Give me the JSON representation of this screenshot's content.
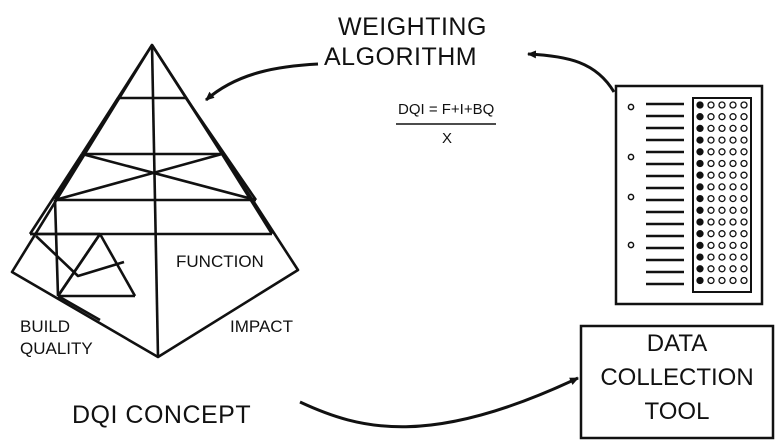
{
  "title_line1": "WEIGHTING",
  "title_line2": "ALGORITHM",
  "formula": {
    "numerator": "DQI = F+I+BQ",
    "denominator": "X"
  },
  "pyramid": {
    "function_label": "FUNCTION",
    "build_label_line1": "BUILD",
    "build_label_line2": "QUALITY",
    "impact_label": "IMPACT"
  },
  "concept_label": "DQI CONCEPT",
  "box": {
    "line1": "DATA",
    "line2": "COLLECTION",
    "line3": "TOOL"
  },
  "icons": {
    "pyramid": "dqi-pyramid-icon",
    "tool": "data-collection-sheet-icon"
  }
}
